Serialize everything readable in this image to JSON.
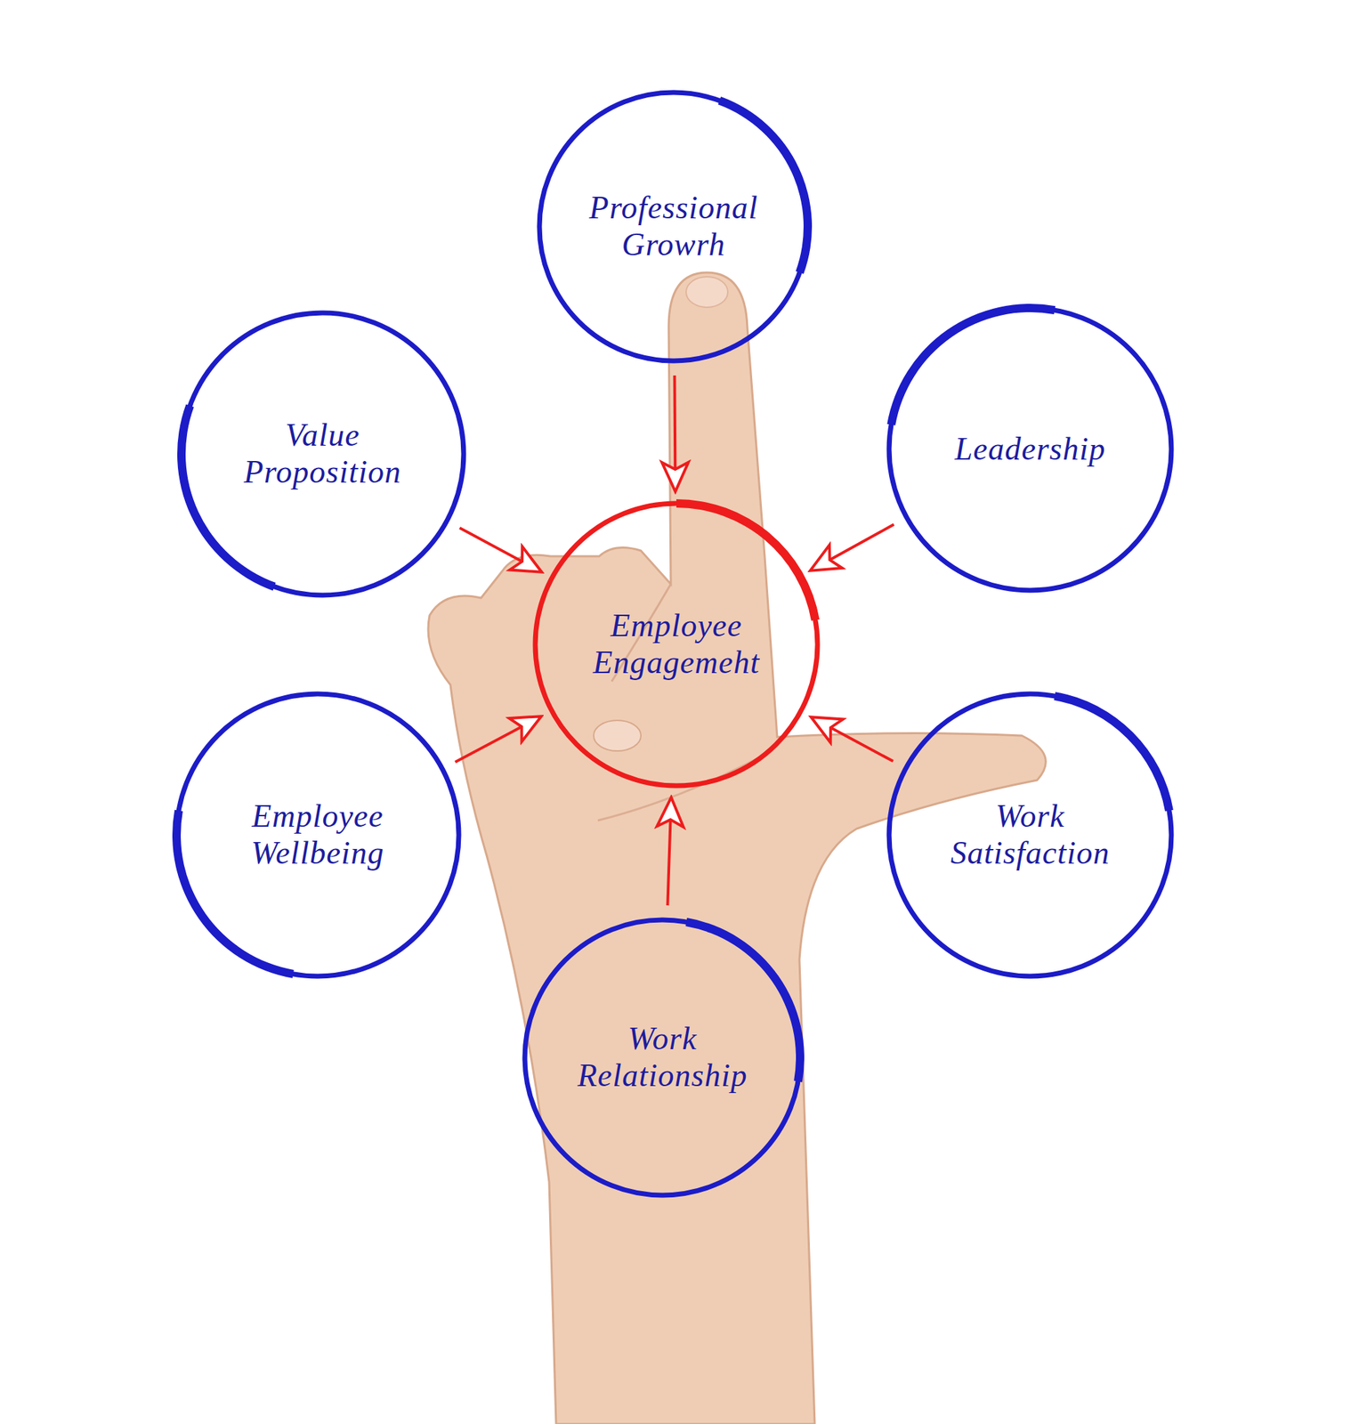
{
  "diagram": {
    "nodes": [
      {
        "text": [
          "Professional Growrh"
        ]
      },
      {
        "text": [
          "Value Proposition"
        ]
      },
      {
        "text": [
          "Leadership"
        ]
      },
      {
        "text": [
          "Employee Engagemeht"
        ]
      },
      {
        "text": [
          "Employee Wellbeing"
        ]
      },
      {
        "text": [
          "Work Satisfaction"
        ]
      },
      {
        "text": [
          "Work Relationship"
        ]
      }
    ],
    "edges": [
      {
        "from": 0,
        "to": 3,
        "arrow": "to"
      },
      {
        "from": 1,
        "to": 3,
        "arrow": "to"
      },
      {
        "from": 2,
        "to": 3,
        "arrow": "to"
      },
      {
        "from": 4,
        "to": 3,
        "arrow": "to"
      },
      {
        "from": 5,
        "to": 3,
        "arrow": "to"
      },
      {
        "from": 6,
        "to": 3,
        "arrow": "to"
      }
    ]
  }
}
